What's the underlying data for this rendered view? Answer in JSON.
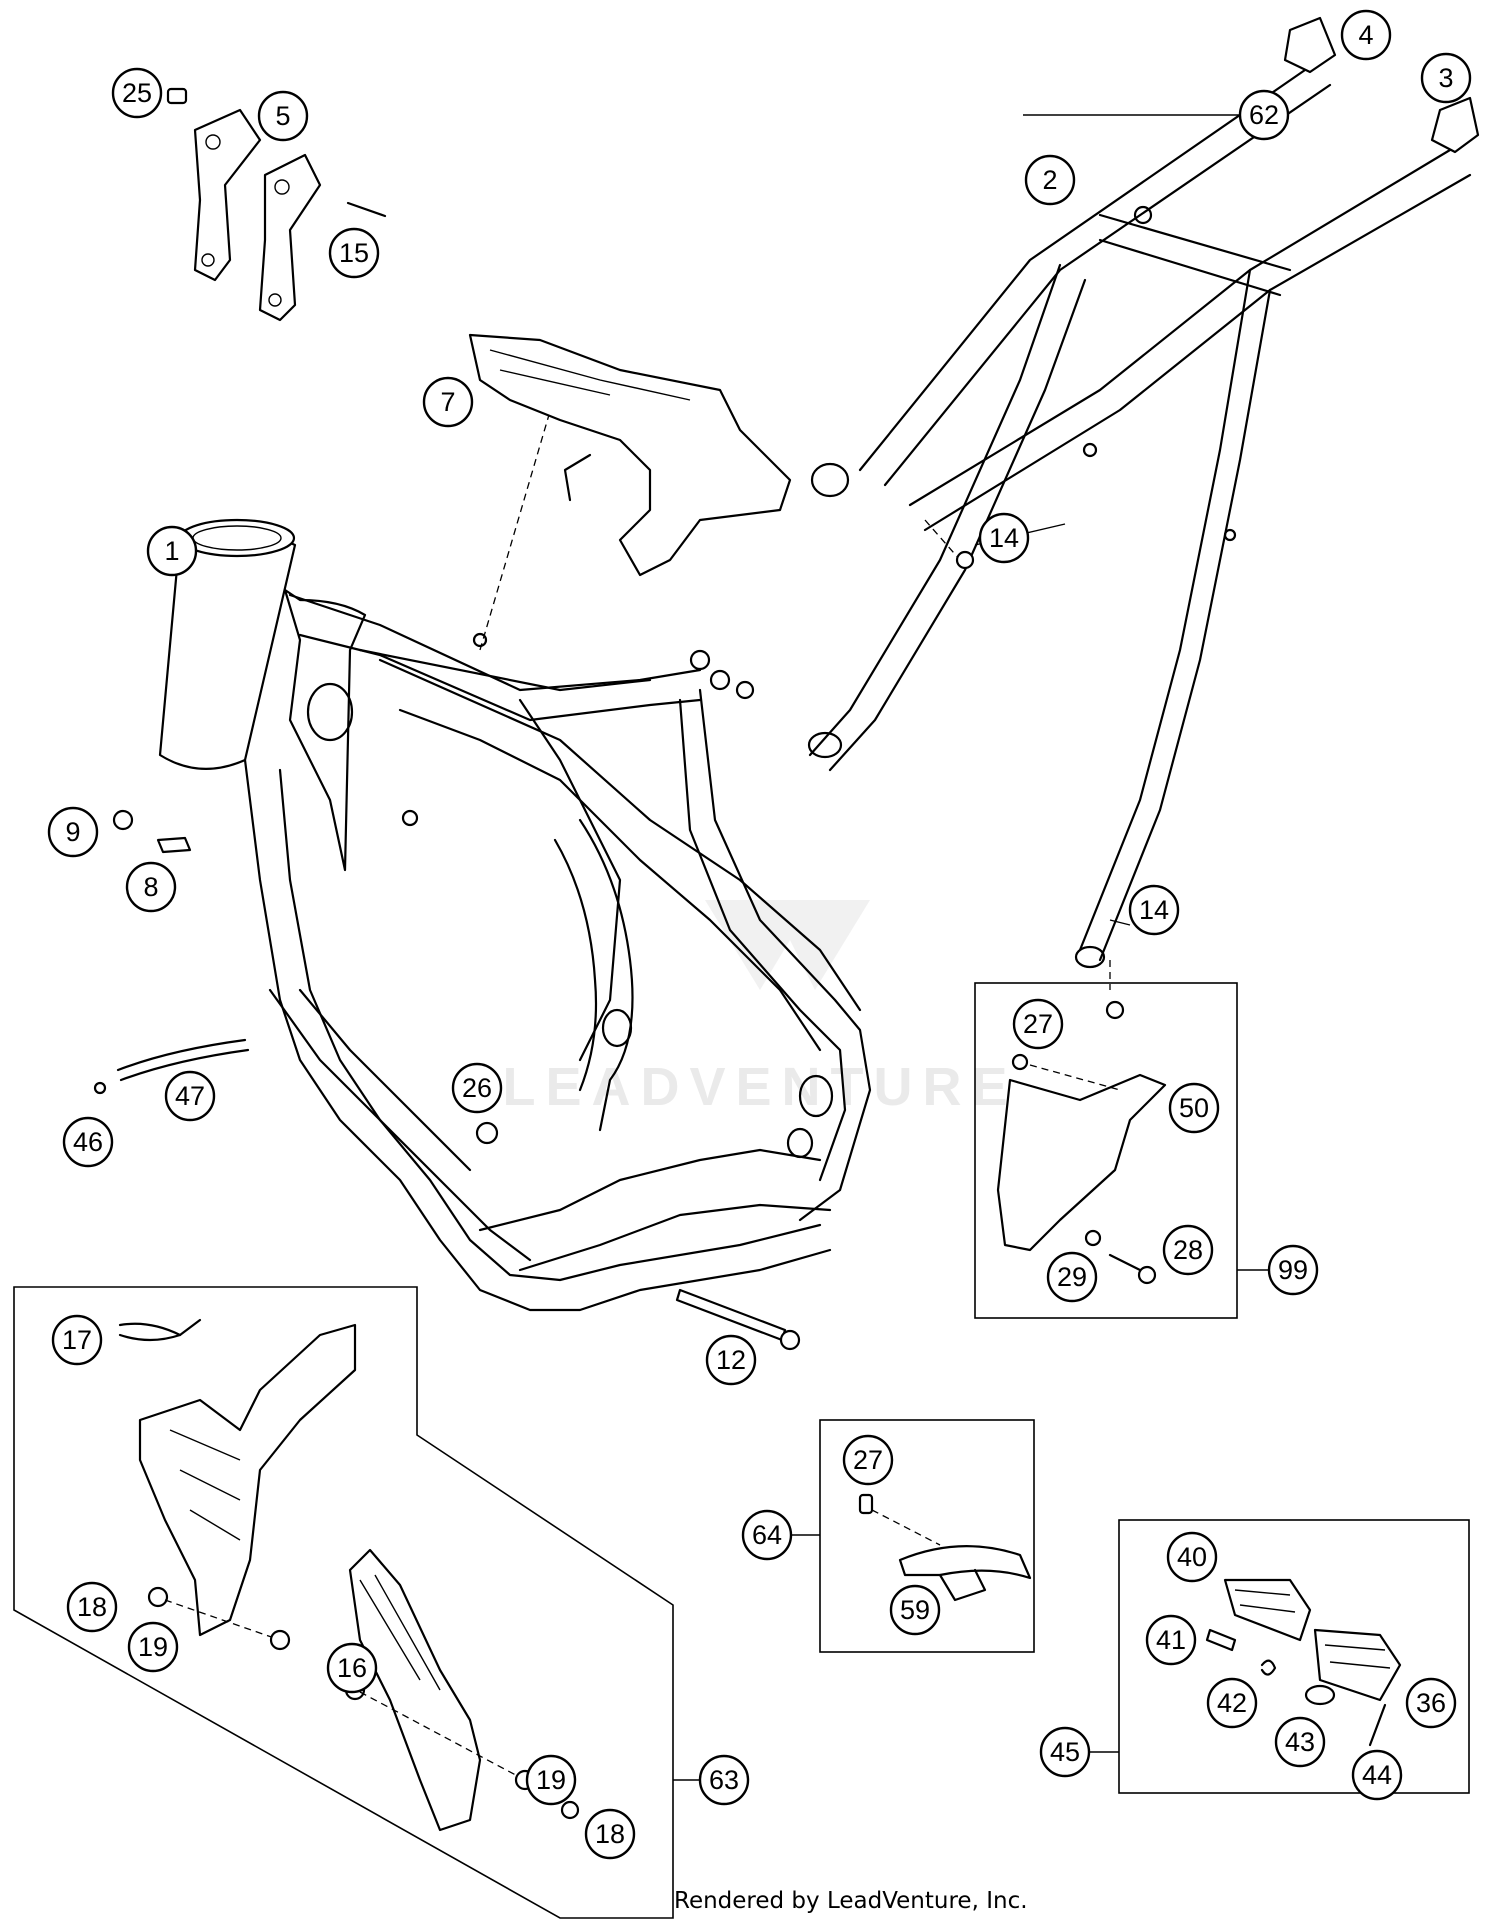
{
  "diagram": {
    "watermark": "LEADVENTURE",
    "footer": "Rendered by LeadVenture, Inc.",
    "callouts": [
      "1",
      "2",
      "3",
      "4",
      "5",
      "7",
      "8",
      "9",
      "12",
      "14",
      "14",
      "15",
      "16",
      "17",
      "18",
      "18",
      "19",
      "19",
      "25",
      "26",
      "27",
      "27",
      "28",
      "29",
      "36",
      "40",
      "41",
      "42",
      "43",
      "44",
      "45",
      "46",
      "47",
      "50",
      "59",
      "62",
      "63",
      "64",
      "99"
    ]
  }
}
